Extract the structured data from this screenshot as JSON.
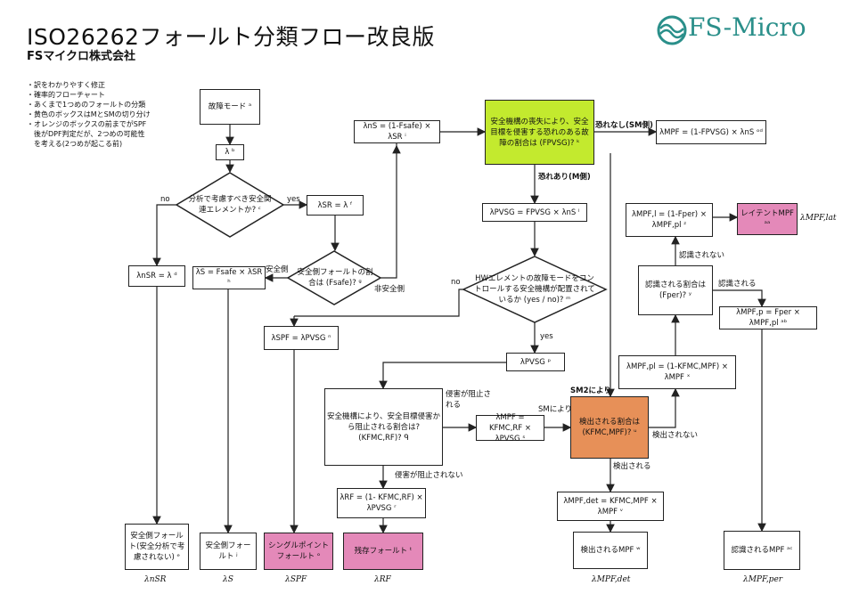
{
  "header": {
    "title": "ISO26262フォールト分類フロー改良版",
    "company": "FSマイクロ株式会社",
    "notes": [
      "・訳をわかりやすく修正",
      "・確率的フローチャート",
      "・あくまで1つめのフォールトの分類",
      "・黄色のボックスはMとSMの切り分け",
      "・オレンジのボックスの前までがSPF",
      "　後がDPF判定だが、2つめの可能性",
      "　を考える(2つめが起こる前)"
    ]
  },
  "logo": {
    "text": "FS-Micro",
    "color": "#2a8f8a"
  },
  "nodes": {
    "failure_mode": "故障モード ᵃ",
    "lambda": "λ ᵇ",
    "safety_related": "分析で考慮すべき安全関連エレメントか? ᶜ",
    "lambda_nsr": "λnSR = λ ᵈ",
    "lambda_sr": "λSR = λ ᶠ",
    "safe_fault_ratio": "安全側フォールトの割合は (Fsafe)? ᵍ",
    "lambda_s": "λS = Fsafe × λSR ʰ",
    "lambda_ns": "λnS = (1-Fsafe) × λSR ⁱ",
    "violation_ratio": "安全機構の喪失により、安全目標を侵害する恐れのある故障の割合は (FPVSG)? ᵏ",
    "lambda_mpf_ns": "λMPF = (1-FPVSG) × λnS ᵒᵈ",
    "lambda_pvsg_1": "λPVSG = FPVSG × λnS ˡ",
    "sm_exists": "HWエレメントの故障モードをコントロールする安全機構が配置されているか (yes / no)? ᵐ",
    "lambda_spf": "λSPF = λPVSG ⁿ",
    "lambda_pvsg_2": "λPVSG ᵖ",
    "prevented_ratio": "安全機構により、安全目標侵害から阻止される割合は? (KFMC,RF)? ᑫ",
    "lambda_mpf_rf": "λMPF = KFMC,RF × λPVSG ˢ",
    "lambda_rf": "λRF = (1- KFMC,RF) × λPVSG ʳ",
    "detected_ratio": "検出される割合は (KFMC,MPF)? ᵘ",
    "lambda_mpf_pl": "λMPF,pl = (1-KFMC,MPF) × λMPF ˣ",
    "perceived_ratio": "認識される割合は (Fper)? ʸ",
    "lambda_mpf_l": "λMPF,l = (1-Fper) × λMPF,pl ᶻ",
    "latent_mpf": "レイテントMPF ᵃᵃ",
    "lambda_mpf_p": "λMPF,p = Fper × λMPF,pl ᵃᵇ",
    "lambda_mpf_det": "λMPF,det = KFMC,MPF × λMPF ᵛ",
    "detected_mpf": "検出されるMPF ʷ",
    "perceived_mpf": "認識されるMPF ᵃᶜ",
    "safe_fault_notconsidered": "安全側フォールト(安全分析で考慮されない) ᵉ",
    "safe_fault": "安全側フォールト ʲ",
    "single_point_fault": "シングルポイントフォールト ᵒ",
    "residual_fault": "残存フォールト ᵗ"
  },
  "edge_labels": {
    "no1": "no",
    "yes1": "yes",
    "safe_side": "安全側",
    "unsafe_side": "非安全側",
    "no_risk": "恐れなし(SM側)",
    "risk": "恐れあり(M側)",
    "no2": "no",
    "yes2": "yes",
    "prevented": "侵害が阻止される",
    "not_prevented": "侵害が阻止されない",
    "by_sm": "SMにより",
    "by_sm2": "SM2により",
    "not_detected": "検出されない",
    "detected": "検出される",
    "not_perceived": "認識されない",
    "perceived": "認識される"
  },
  "bottom_labels": {
    "nsr": "λnSR",
    "s": "λS",
    "spf": "λSPF",
    "rf": "λRF",
    "mpf_det": "λMPF,det",
    "mpf_per": "λMPF,per",
    "mpf_lat": "λMPF,lat"
  },
  "colors": {
    "green": "#c3ea2e",
    "orange": "#e79058",
    "pink": "#e489b9"
  }
}
